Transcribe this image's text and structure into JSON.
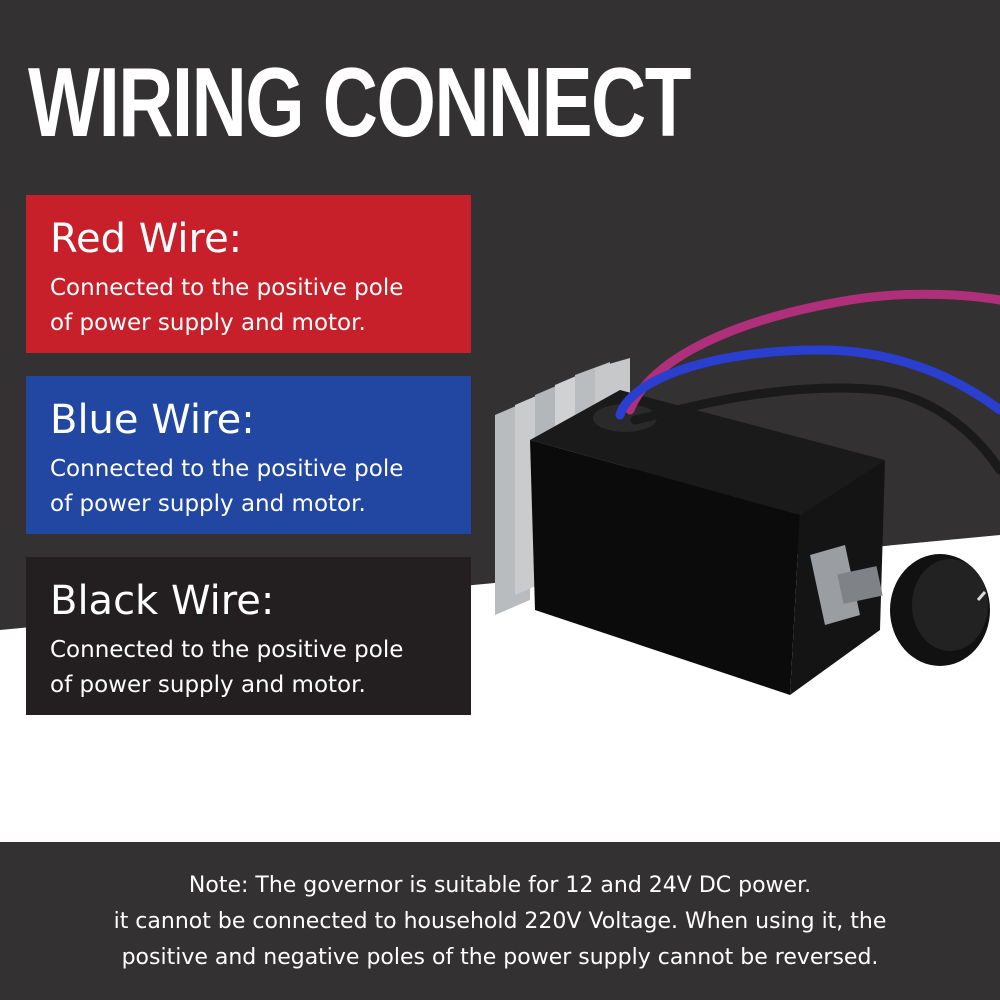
{
  "title": "WIRING CONNECT",
  "colors": {
    "background_dark": "#333132",
    "red": "#c8202a",
    "blue": "#2247a3",
    "black": "#231f20"
  },
  "wires": [
    {
      "name": "Red Wire:",
      "desc_line1": "Connected to the positive pole",
      "desc_line2": "of power supply and motor."
    },
    {
      "name": "Blue Wire:",
      "desc_line1": "Connected to the positive pole",
      "desc_line2": "of power supply and motor."
    },
    {
      "name": "Black Wire:",
      "desc_line1": "Connected to the positive pole",
      "desc_line2": "of power supply and motor."
    }
  ],
  "note": {
    "line1": "Note: The governor is suitable for 12 and 24V DC power.",
    "line2": "it cannot be connected to household 220V Voltage. When using it, the",
    "line3": "positive and negative poles of the power supply cannot be reversed."
  }
}
